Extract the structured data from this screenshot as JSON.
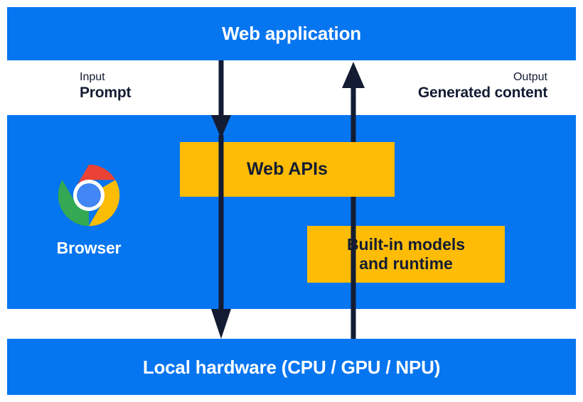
{
  "diagram": {
    "title": "Web application",
    "colors": {
      "blue": "#0675f0",
      "yellow": "#febc06",
      "ink": "#131c33",
      "white": "#ffffff",
      "chrome_red": "#ea4335",
      "chrome_green": "#34a853",
      "chrome_yellow": "#fbbc05",
      "chrome_blue": "#4285f4"
    },
    "layers": {
      "top": {
        "label": "Web application"
      },
      "middle": {
        "browser_label": "Browser"
      },
      "bottom": {
        "label": "Local hardware (CPU / GPU / NPU)"
      }
    },
    "boxes": [
      {
        "id": "web-apis",
        "label": "Web APIs"
      },
      {
        "id": "built-in",
        "label": "Built-in models\nand runtime"
      }
    ],
    "flows": [
      {
        "id": "input",
        "kind": "Input",
        "value": "Prompt",
        "direction": "down"
      },
      {
        "id": "output",
        "kind": "Output",
        "value": "Generated content",
        "direction": "up"
      }
    ],
    "icons": {
      "chrome": "chrome-logo-icon"
    }
  }
}
